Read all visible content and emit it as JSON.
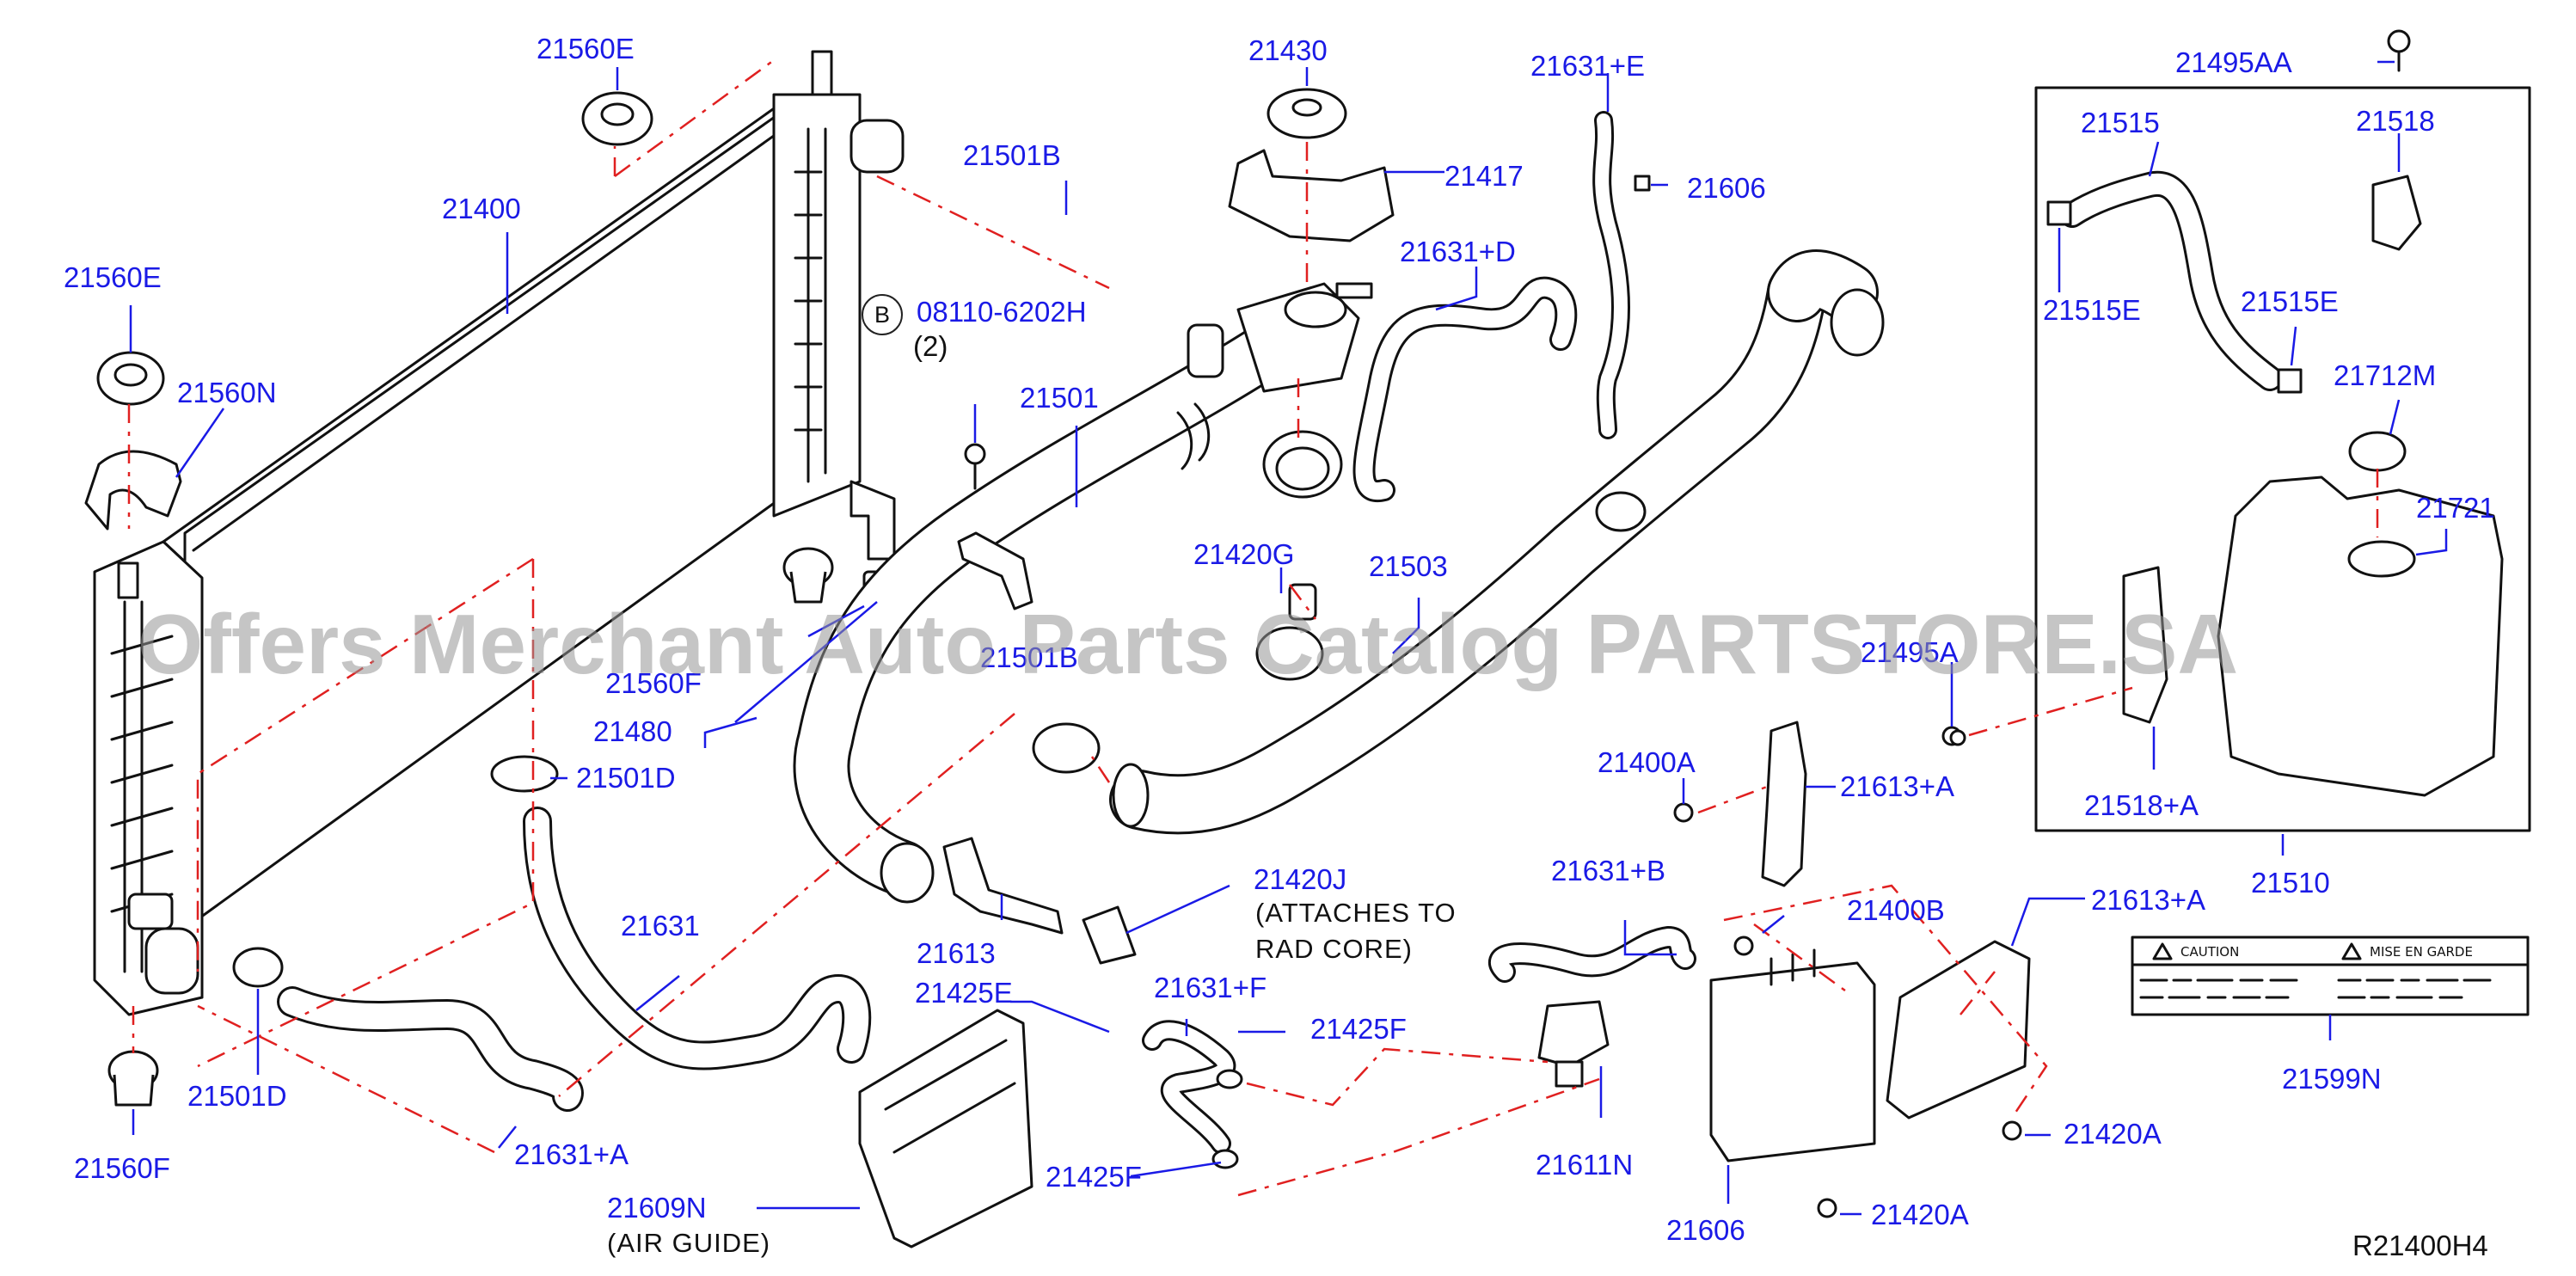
{
  "labels": {
    "p21560E_top": "21560E",
    "p21560E_left": "21560E",
    "p21560N": "21560N",
    "p21400": "21400",
    "p21501B_top": "21501B",
    "b_circle": "B",
    "p08110": "08110-6202H",
    "qty2": "(2)",
    "p21501": "21501",
    "p21430": "21430",
    "p21417": "21417",
    "p21631E": "21631+E",
    "p21606_top": "21606",
    "p21631D": "21631+D",
    "p21495AA": "21495AA",
    "p21515": "21515",
    "p21518": "21518",
    "p21515E_left": "21515E",
    "p21515E_right": "21515E",
    "p21712M": "21712M",
    "p21721": "21721",
    "p21420G": "21420G",
    "p21503": "21503",
    "p21560F_mid": "21560F",
    "p21480": "21480",
    "p21501B_mid": "21501B",
    "p21495A": "21495A",
    "p21518A": "21518+A",
    "p21510": "21510",
    "p21400A": "21400A",
    "p21613A_mid": "21613+A",
    "p21501D_mid": "21501D",
    "p21631": "21631",
    "p21420J": "21420J",
    "attaches_to": "(ATTACHES  TO",
    "rad_core": "RAD  CORE)",
    "p21613": "21613",
    "p21631B": "21631+B",
    "p21400B": "21400B",
    "p21613A_right": "21613+A",
    "p21425E": "21425E",
    "p21631F": "21631+F",
    "p21425F_top": "21425F",
    "p21501D_bot": "21501D",
    "p21560F_bot": "21560F",
    "p21631A": "21631+A",
    "p21611N": "21611N",
    "p21420A_right": "21420A",
    "p21599N": "21599N",
    "p21425F_bot": "21425F",
    "p21609N": "21609N",
    "air_guide": "(AIR  GUIDE)",
    "p21606_bot": "21606",
    "p21420A_bot": "21420A",
    "ref_code": "R21400H4"
  },
  "caution_label": {
    "caution": "CAUTION",
    "mise_en_garde": "MISE   EN   GARDE"
  },
  "watermark": "Offers Merchant Auto Parts Catalog PARTSTORE.SA",
  "colors": {
    "label_blue": "#1a1ae6",
    "leader_line": "#1a1ae6",
    "dashed_line": "#e02020",
    "drawing": "#111111",
    "watermark": "#969696"
  }
}
